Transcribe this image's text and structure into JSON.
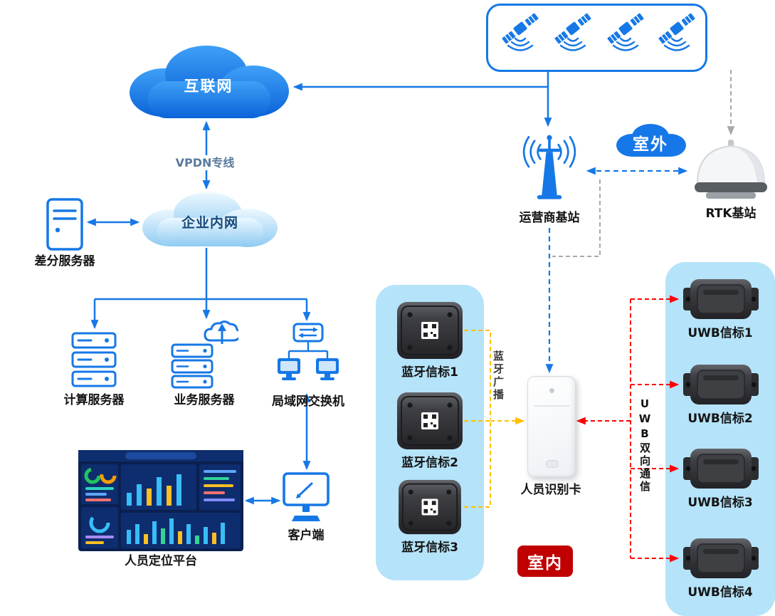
{
  "colors": {
    "primary_blue": "#1678E6",
    "panel_blue": "#B5E3F9",
    "bluetooth_line_yellow": "#FFC000",
    "uwb_line_red": "#FF0000",
    "indoor_badge_red": "#C00000",
    "dashed_gray": "#A9A9A9"
  },
  "nodes": {
    "internet": {
      "label": "互联网"
    },
    "vpdn_link": {
      "label": "VPDN专线"
    },
    "intranet": {
      "label": "企业内网"
    },
    "diff_server": {
      "label": "差分服务器"
    },
    "compute_server": {
      "label": "计算服务器"
    },
    "business_server": {
      "label": "业务服务器"
    },
    "lan_switch": {
      "label": "局域网交换机"
    },
    "positioning_platform": {
      "label": "人员定位平台"
    },
    "client": {
      "label": "客户端"
    },
    "carrier_base_station": {
      "label": "运营商基站"
    },
    "rtk_base_station": {
      "label": "RTK基站"
    },
    "person_id_card": {
      "label": "人员识别卡"
    },
    "outdoor_badge": {
      "label": "室外"
    },
    "indoor_badge": {
      "label": "室内"
    },
    "bluetooth_broadcast": {
      "label": "蓝牙广播"
    },
    "uwb_two_way": {
      "label": "UWB双向通信"
    },
    "bt_beacons": [
      {
        "label": "蓝牙信标1"
      },
      {
        "label": "蓝牙信标2"
      },
      {
        "label": "蓝牙信标3"
      }
    ],
    "uwb_beacons": [
      {
        "label": "UWB信标1"
      },
      {
        "label": "UWB信标2"
      },
      {
        "label": "UWB信标3"
      },
      {
        "label": "UWB信标4"
      }
    ]
  }
}
